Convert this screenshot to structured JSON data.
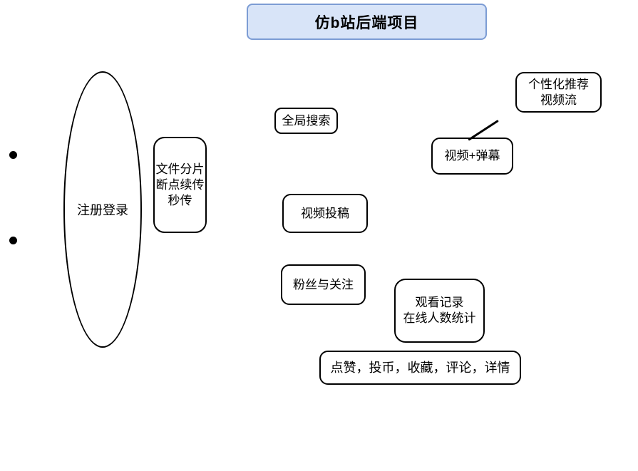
{
  "canvas": {
    "background": "#ffffff"
  },
  "colors": {
    "title_fill": "#D8E4F8",
    "title_border": "#7C9CD4",
    "shape_fill": "#ffffff",
    "shape_border": "#000000",
    "text": "#000000"
  },
  "title": {
    "label": "仿b站后端项目"
  },
  "root": {
    "label": "注册登录"
  },
  "bullets": {
    "count": 2
  },
  "nodes": [
    {
      "id": "file-chunk-upload",
      "lines": [
        "文件分片",
        "断点续传",
        "秒传"
      ]
    },
    {
      "id": "global-search",
      "lines": [
        "全局搜索"
      ]
    },
    {
      "id": "personalized-feed",
      "lines": [
        "个性化推荐",
        "视频流"
      ]
    },
    {
      "id": "video-danmaku",
      "lines": [
        "视频+弹幕"
      ]
    },
    {
      "id": "video-upload",
      "lines": [
        "视频投稿"
      ]
    },
    {
      "id": "fans-follow",
      "lines": [
        "粉丝与关注"
      ]
    },
    {
      "id": "watch-stats",
      "lines": [
        "观看记录",
        "在线人数统计"
      ]
    },
    {
      "id": "interactions",
      "lines": [
        "点赞，投币，收藏，评论，详情"
      ]
    }
  ]
}
